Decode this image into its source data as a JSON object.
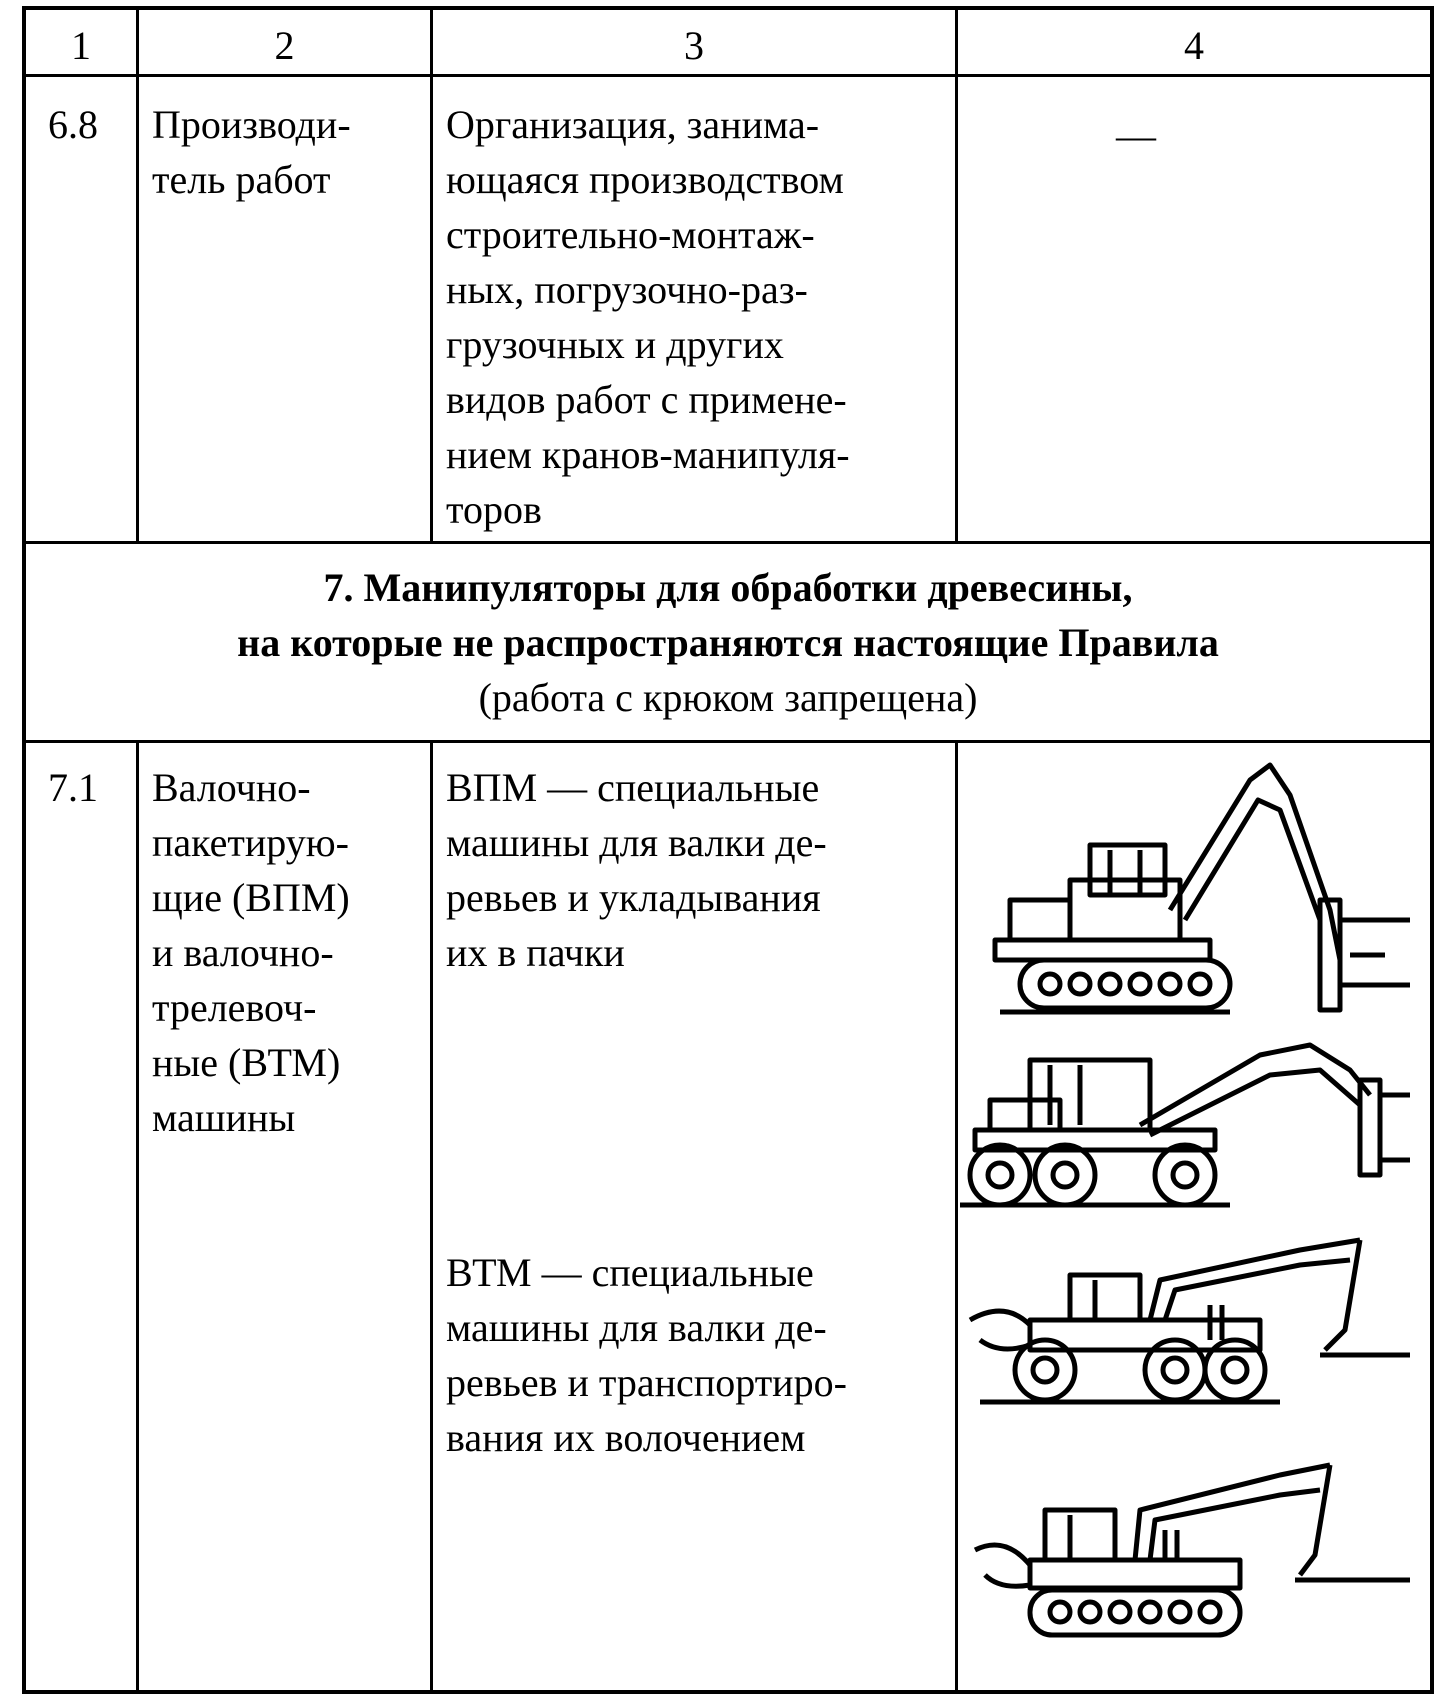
{
  "table": {
    "headers": [
      "1",
      "2",
      "3",
      "4"
    ],
    "row_6_8": {
      "num": "6.8",
      "name": "Производи-\nтель работ",
      "description": "Организация, занима-\nющаяся производством\nстроительно-монтаж-\nных, погрузочно-раз-\nгрузочных и других\nвидов работ с примене-\nнием кранов-манипуля-\nторов",
      "col4": "—"
    },
    "section_7": {
      "title_line1": "7. Манипуляторы для обработки древесины,",
      "title_line2": "на которые не распространяются настоящие Правила",
      "subtitle": "(работа с крюком запрещена)"
    },
    "row_7_1": {
      "num": "7.1",
      "name": "Валочно-\nпакетирую-\nщие (ВПМ)\nи валочно-\nтрелевоч-\nные (ВТМ)\nмашины",
      "description_vpm": "ВПМ — специальные\nмашины для валки де-\nревьев и укладывания\nих в пачки",
      "description_vtm": "ВТМ — специальные\nмашины для валки де-\nревьев и транспортиро-\nвания их волочением"
    }
  }
}
